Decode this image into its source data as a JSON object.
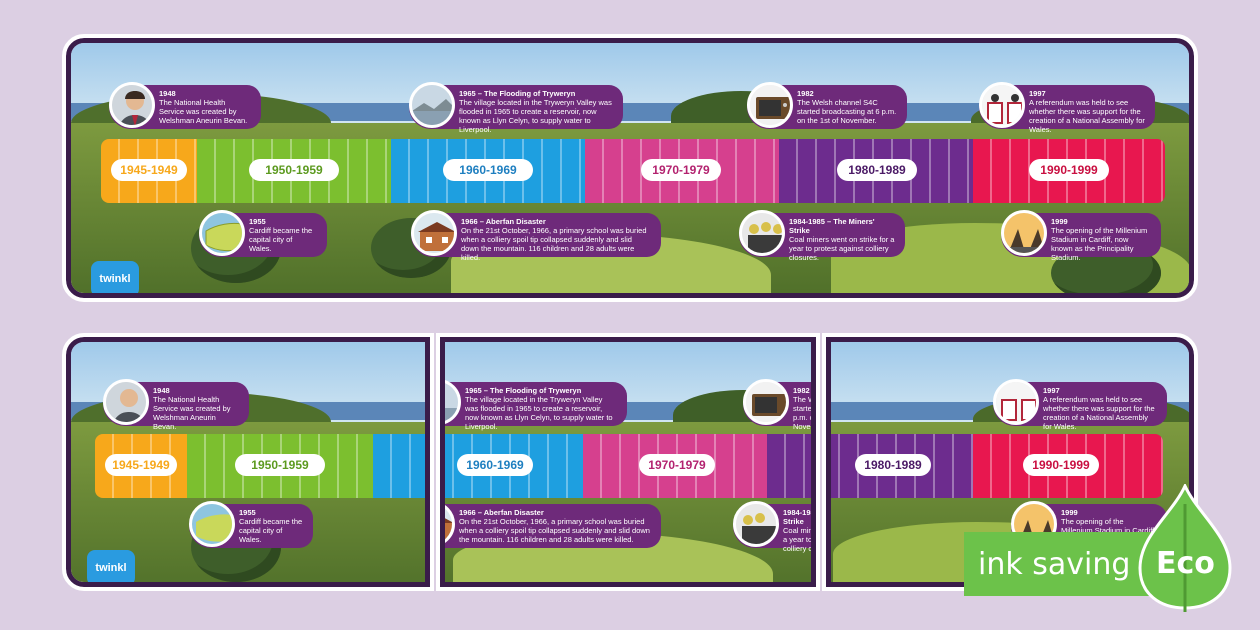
{
  "logo": "twinkl",
  "decades": [
    {
      "label": "1945-1949",
      "color": "#f7a81b",
      "text": "#f7a81b"
    },
    {
      "label": "1950-1959",
      "color": "#7cbf2f",
      "text": "#5c9a1f"
    },
    {
      "label": "1960-1969",
      "color": "#1e9fe0",
      "text": "#1e7fc0"
    },
    {
      "label": "1970-1979",
      "color": "#d6408e",
      "text": "#b3226f"
    },
    {
      "label": "1980-1989",
      "color": "#6d2c8e",
      "text": "#4b1a66"
    },
    {
      "label": "1990-1999",
      "color": "#e8174f",
      "text": "#c90f41"
    }
  ],
  "events": {
    "e1948": {
      "title": "1948",
      "text": "The National Health Service was created by Welshman Aneurin Bevan.",
      "icon": "portrait-icon"
    },
    "e1955": {
      "title": "1955",
      "text": "Cardiff became the capital city of Wales.",
      "icon": "map-icon"
    },
    "e1965": {
      "title": "1965 – The Flooding of Tryweryn",
      "text": "The village located in the Tryweryn Valley was flooded in 1965 to create a reservoir, now known as Llyn Celyn, to supply water to Liverpool.",
      "icon": "reservoir-icon"
    },
    "e1966": {
      "title": "1966 – Aberfan Disaster",
      "text": "On the 21st October, 1966, a primary school was buried when a colliery spoil tip collapsed suddenly and slid down the mountain. 116 children and 28 adults were killed.",
      "icon": "school-icon"
    },
    "e1982": {
      "title": "1982",
      "text": "The Welsh channel S4C started broadcasting at 6 p.m. on the 1st of November.",
      "icon": "television-icon"
    },
    "e1984": {
      "title": "1984-1985 – The Miners' Strike",
      "text": "Coal miners went on strike for a year to protest against colliery closures.",
      "icon": "miners-icon"
    },
    "e1997": {
      "title": "1997",
      "text": "A referendum was held to see whether there was support for the creation of a National Assembly for Wales.",
      "icon": "voting-icon"
    },
    "e1999": {
      "title": "1999",
      "text": "The opening of the Millenium Stadium in Cardiff, now known as the Principality Stadium.",
      "icon": "stadium-icon"
    }
  },
  "eco_badge": {
    "label": "ink saving",
    "word": "Eco",
    "color": "#6cc24a"
  }
}
